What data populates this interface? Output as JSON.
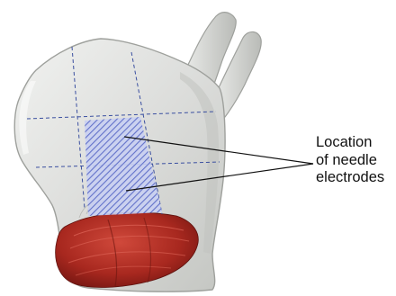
{
  "callout": {
    "lines": [
      "Location",
      "of needle",
      "electrodes"
    ]
  },
  "colors": {
    "bone_fill": "#dcdddb",
    "bone_edge": "#9ea09c",
    "grid_line": "#3a4fa0",
    "electrode_hatch": "#5566c8",
    "electrode_fill": "#c9d0f2",
    "muscle": "#a8281f",
    "leader_line": "#111111"
  },
  "icons": {
    "illustration": "mandible-ramus-anatomy",
    "electrode_zone": "hatched-electrode-area"
  }
}
